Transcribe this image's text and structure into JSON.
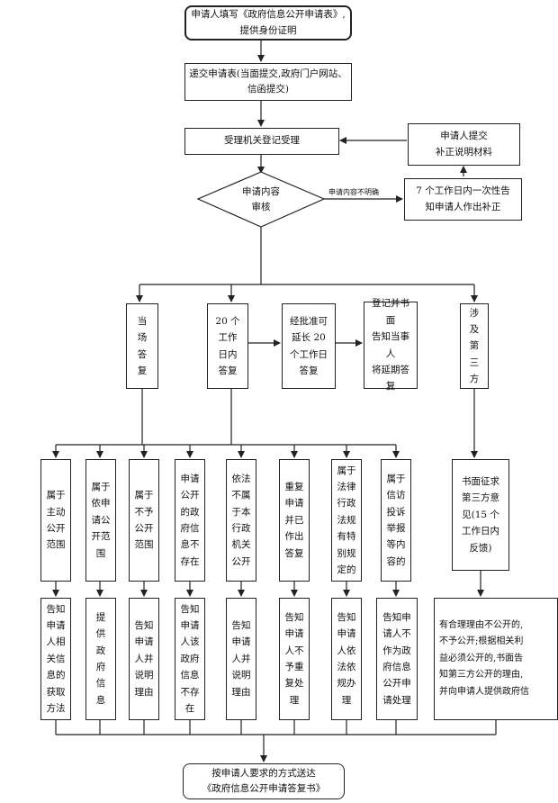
{
  "flow": {
    "top": {
      "start": "申请人填写《政府信息公开申请表》,\n提供身份证明"
    },
    "submit": "递交申请表(当面提交,政府门户网站、\n信函提交)",
    "register": "受理机关登记受理",
    "supplement": "申请人提交\n补正说明材料",
    "review": "申请内容\n审核",
    "unclear_label": "申请内容不明确",
    "notify_fix": "7 个工作日内一次性告\n知申请人作出补正",
    "branches": {
      "onsite": "当\n场\n答\n复",
      "in20": "20 个\n工作\n日内\n答复",
      "extend": "经批准可\n延长 20\n个工作日\n答复",
      "notify_extend": "登记并书面\n告知当事人\n将延期答复",
      "third": "涉 及\n第 三\n方"
    },
    "categories": [
      "属于\n主动\n公开\n范围",
      "属于\n依申\n请公\n开范\n围",
      "属于\n不予\n公开\n范围",
      "申请\n公开\n的政\n府信\n息不\n存在",
      "依法\n不属\n于本\n行政\n机关\n公开",
      "重复\n申请\n并已\n作出\n答复",
      "属于\n法律\n行政\n法规\n有特\n别规\n定的",
      "属于\n信访\n投诉\n举报\n等内\n容的"
    ],
    "results": [
      "告知\n申请\n人相\n关信\n息的\n获取\n方法",
      "提\n供\n政\n府\n信\n息",
      "告知\n申请\n人并\n说明\n理由",
      "告知\n申请\n人该\n政府\n信息\n不存\n在",
      "告知\n申请\n人并\n说明\n理由",
      "告知\n申请\n人不\n予重\n复处\n理",
      "告知\n申请\n人依\n法依\n规办\n理",
      "告知申\n请人不\n作为政\n府信息\n公开申\n请处理"
    ],
    "third_opinion": "书面征求\n第三方意\n见(15 个\n工作日内\n反馈)",
    "third_result": "有合理理由不公开的,\n不予公开;根据相关利\n益必须公开的,书面告\n知第三方公开的理由,\n并向申请人提供政府信",
    "final": "按申请人要求的方式送达\n《政府信息公开申请答复书》"
  }
}
